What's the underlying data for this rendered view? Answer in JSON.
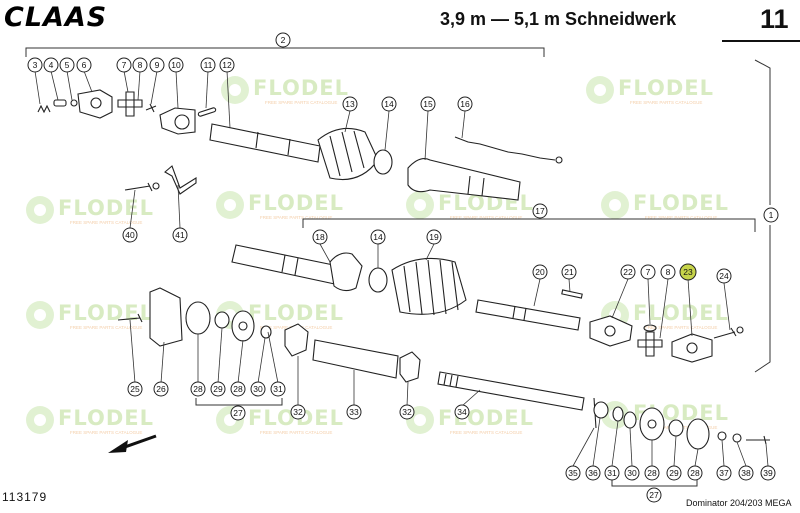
{
  "header": {
    "brand_logo": "CLAAS",
    "title": "3,9 m — 5,1 m Schneidwerk",
    "page_number": "11"
  },
  "footer": {
    "drawing_number": "113179",
    "model": "Dominator 204/203 MEGA"
  },
  "watermark": {
    "brand": "FLODEL",
    "tagline": "FREE SPARE PARTS CATALOGUE",
    "color": "#cfe7b3"
  },
  "highlight_color": "#c7d44a",
  "highlighted_part": "23",
  "callouts": {
    "c1": "1",
    "c2": "2",
    "c3": "3",
    "c4": "4",
    "c5": "5",
    "c6": "6",
    "c7a": "7",
    "c7b": "7",
    "c8a": "8",
    "c8b": "8",
    "c9": "9",
    "c10": "10",
    "c11": "11",
    "c12": "12",
    "c13": "13",
    "c14a": "14",
    "c14b": "14",
    "c15": "15",
    "c16": "16",
    "c17": "17",
    "c18": "18",
    "c19": "19",
    "c20": "20",
    "c21": "21",
    "c22": "22",
    "c23": "23",
    "c24": "24",
    "c25": "25",
    "c26": "26",
    "c27a": "27",
    "c27b": "27",
    "c28a": "28",
    "c28b": "28",
    "c28c": "28",
    "c28d": "28",
    "c29a": "29",
    "c29b": "29",
    "c30a": "30",
    "c30b": "30",
    "c31a": "31",
    "c31b": "31",
    "c32a": "32",
    "c32b": "32",
    "c33": "33",
    "c34": "34",
    "c35": "35",
    "c36": "36",
    "c37": "37",
    "c38": "38",
    "c39": "39",
    "c40": "40",
    "c41": "41"
  }
}
